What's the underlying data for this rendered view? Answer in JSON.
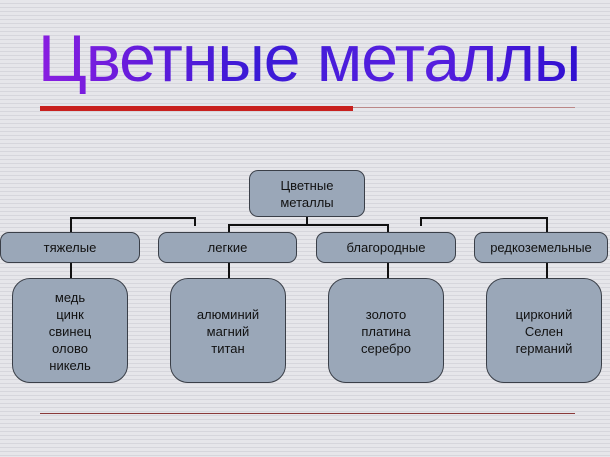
{
  "title": "Цветные металлы",
  "root": "Цветные металлы",
  "groups": [
    {
      "label": "тяжелые",
      "items": "медь\nцинк\nсвинец\nолово\nникель"
    },
    {
      "label": "легкие",
      "items": "алюминий\nмагний\nтитан"
    },
    {
      "label": "благородные",
      "items": "золото\nплатина\nсеребро"
    },
    {
      "label": "редкоземельные",
      "items": "цирконий\nСелен\nгерманий"
    }
  ]
}
